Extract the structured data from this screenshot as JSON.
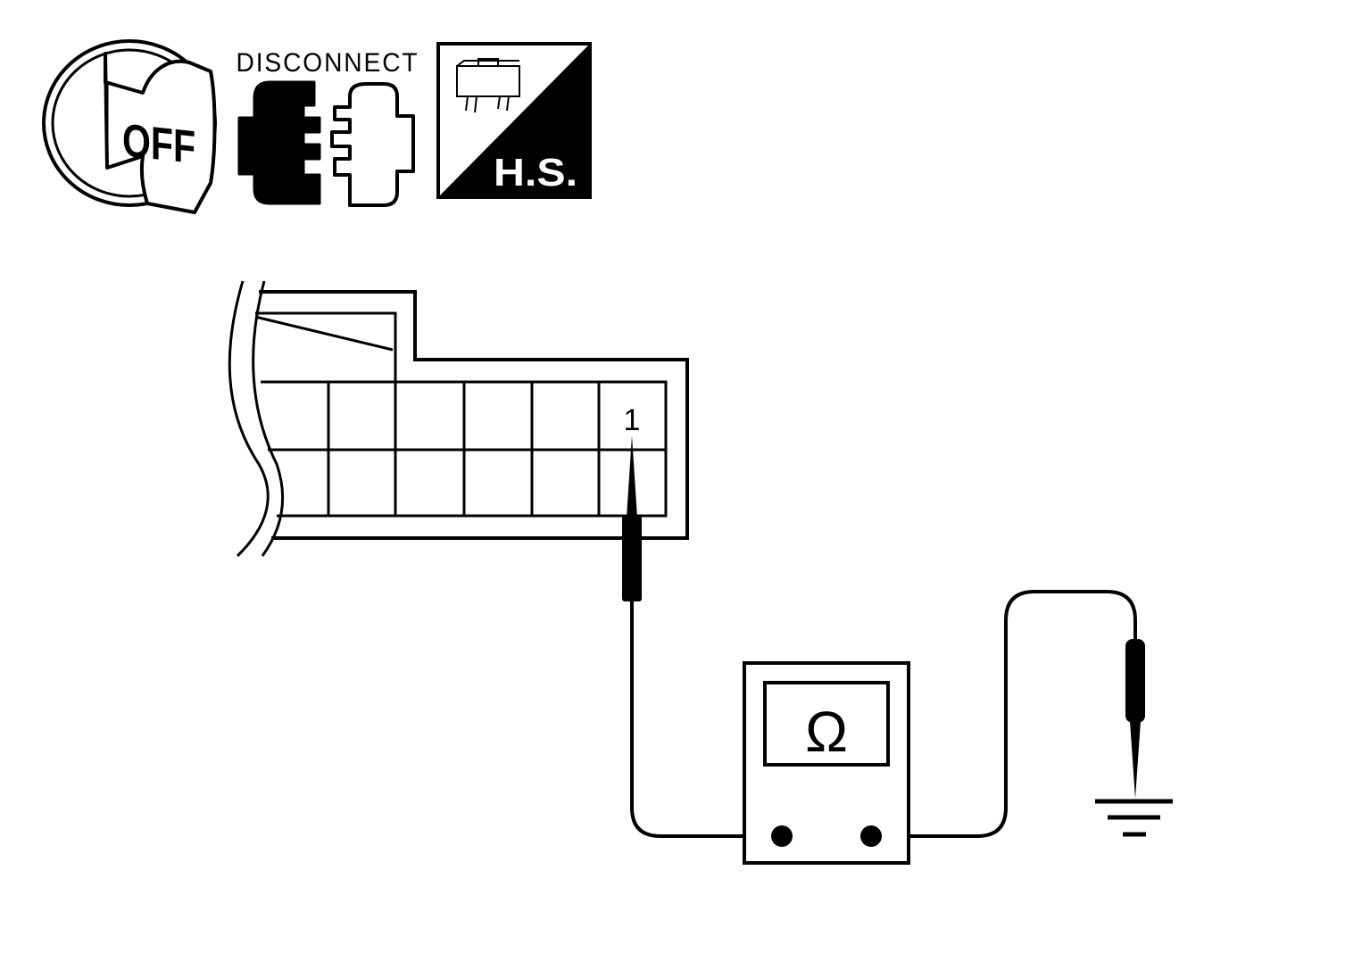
{
  "icons": {
    "ignition_key": {
      "label": "OFF",
      "icon": "ignition-key-off-icon"
    },
    "disconnect": {
      "label": "DISCONNECT",
      "icon": "connector-disconnect-icon"
    },
    "harness_side": {
      "label": "H.S.",
      "icon": "harness-side-connector-icon"
    }
  },
  "connector": {
    "terminal_label": "1"
  },
  "meter": {
    "symbol": "Ω",
    "icon": "ohmmeter-icon"
  },
  "ground": {
    "icon": "ground-icon"
  },
  "colors": {
    "line": "#000000",
    "background": "#ffffff"
  }
}
